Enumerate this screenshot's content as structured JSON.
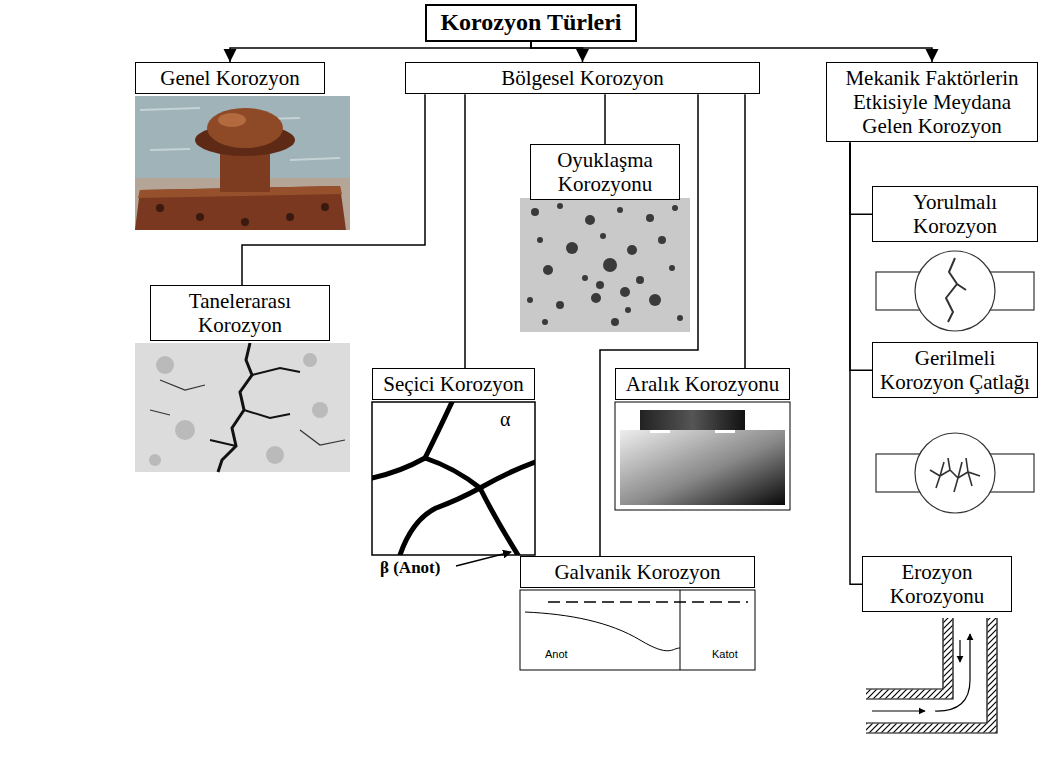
{
  "diagram": {
    "nodes": [
      {
        "text": [
          "Korozyon Türleri"
        ]
      },
      {
        "text": [
          "Genel Korozyon"
        ]
      },
      {
        "text": [
          "Bölgesel Korozyon"
        ]
      },
      {
        "text": [
          "Mekanik Faktörlerin Etkisiyle Meydana Gelen Korozyon"
        ]
      },
      {
        "text": [
          "Oyuklaşma Korozyonu"
        ]
      },
      {
        "text": [
          "Yorulmalı Korozyon"
        ]
      },
      {
        "text": [
          "Tanelerarası Korozyon"
        ]
      },
      {
        "text": [
          "Seçici Korozyon"
        ]
      },
      {
        "text": [
          "Aralık Korozyonu"
        ]
      },
      {
        "text": [
          "Gerilmeli Korozyon Çatlağı"
        ]
      },
      {
        "text": [
          "Galvanik Korozyon"
        ]
      },
      {
        "text": [
          "Erozyon Korozyonu"
        ]
      }
    ],
    "edges": [
      {
        "from": 0,
        "to": 1,
        "arrow": "to"
      },
      {
        "from": 0,
        "to": 2,
        "arrow": "to"
      },
      {
        "from": 0,
        "to": 3,
        "arrow": "to"
      },
      {
        "from": 2,
        "to": 4,
        "arrow": "none"
      },
      {
        "from": 2,
        "to": 6,
        "arrow": "none"
      },
      {
        "from": 2,
        "to": 7,
        "arrow": "none"
      },
      {
        "from": 2,
        "to": 8,
        "arrow": "none"
      },
      {
        "from": 2,
        "to": 10,
        "arrow": "none"
      },
      {
        "from": 3,
        "to": 5,
        "arrow": "none"
      },
      {
        "from": 3,
        "to": 9,
        "arrow": "none"
      },
      {
        "from": 3,
        "to": 11,
        "arrow": "none"
      }
    ],
    "labels": [
      "α",
      "β (Anot)",
      "Anot",
      "Katot"
    ]
  }
}
